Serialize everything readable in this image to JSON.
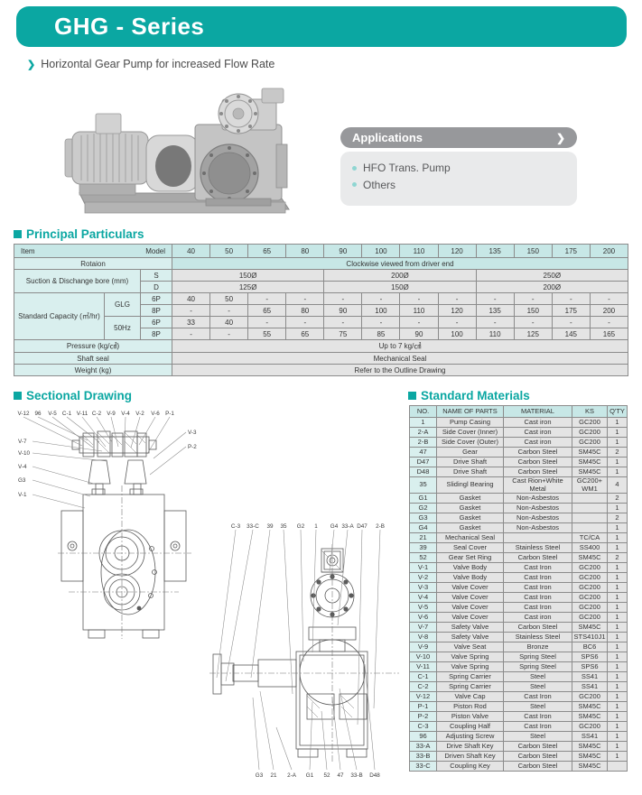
{
  "colors": {
    "accent": "#0ba7a2",
    "table_header": "#c7e7e6",
    "label_cell": "#d9efee",
    "value_cell": "#e4e4e4",
    "pill_gray": "#97989b"
  },
  "icons": {
    "chevron": "❯",
    "bullet_square": "■"
  },
  "page": {
    "title": "GHG - Series",
    "subtitle": "Horizontal Gear Pump for increased Flow Rate"
  },
  "applications": {
    "title": "Applications",
    "items": [
      "HFO Trans. Pump",
      "Others"
    ]
  },
  "principal": {
    "title": "Principal Particulars",
    "item_label": "Item",
    "model_label": "Model",
    "models": [
      "40",
      "50",
      "65",
      "80",
      "90",
      "100",
      "110",
      "120",
      "135",
      "150",
      "175",
      "200"
    ],
    "rotation_label": "Rotaion",
    "rotation_value": "Clockwise viewed from driver end",
    "bore_label": "Suction & Dischange bore (mm)",
    "bore_rows": [
      {
        "key": "S",
        "values": [
          "150Ø",
          "200Ø",
          "250Ø"
        ]
      },
      {
        "key": "D",
        "values": [
          "125Ø",
          "150Ø",
          "200Ø"
        ]
      }
    ],
    "capacity_label": "Standard Capacity (㎥/hr)",
    "capacity_groups": [
      {
        "name": "GLG",
        "rows": [
          {
            "pole": "6P",
            "values": [
              "40",
              "50",
              "-",
              "-",
              "-",
              "-",
              "-",
              "-",
              "-",
              "-",
              "-",
              "-"
            ]
          },
          {
            "pole": "8P",
            "values": [
              "-",
              "-",
              "65",
              "80",
              "90",
              "100",
              "110",
              "120",
              "135",
              "150",
              "175",
              "200"
            ]
          }
        ]
      },
      {
        "name": "50Hz",
        "rows": [
          {
            "pole": "6P",
            "values": [
              "33",
              "40",
              "-",
              "-",
              "-",
              "-",
              "-",
              "-",
              "-",
              "-",
              "-",
              "-"
            ]
          },
          {
            "pole": "8P",
            "values": [
              "-",
              "-",
              "55",
              "65",
              "75",
              "85",
              "90",
              "100",
              "110",
              "125",
              "145",
              "165"
            ]
          }
        ]
      }
    ],
    "footer_rows": [
      {
        "label": "Pressure (kg/㎠)",
        "value": "Up to 7 kg/㎠"
      },
      {
        "label": "Shaft seal",
        "value": "Mechanical Seal"
      },
      {
        "label": "Weight (kg)",
        "value": "Refer to the Outline Drawing"
      }
    ]
  },
  "sectional": {
    "title": "Sectional Drawing",
    "front": {
      "top_labels": [
        "V-12",
        "96",
        "V-5",
        "C-1",
        "V-11",
        "C-2",
        "V-9",
        "V-4",
        "V-2",
        "V-6",
        "P-1"
      ],
      "right_labels": [
        "V-3",
        "P-2"
      ],
      "left_labels": [
        "V-7",
        "V-10",
        "V-4",
        "G3",
        "V-1"
      ]
    },
    "side": {
      "top_labels": [
        "C-3",
        "33-C",
        "39",
        "35",
        "G2",
        "1",
        "G4",
        "33-A",
        "D47",
        "2-B"
      ],
      "bottom_labels": [
        "G3",
        "21",
        "2-A",
        "G1",
        "52",
        "47",
        "33-B",
        "D48"
      ]
    }
  },
  "materials": {
    "title": "Standard Materials",
    "headers": [
      "NO.",
      "NAME OF PARTS",
      "MATERIAL",
      "KS",
      "Q'TY"
    ],
    "rows": [
      [
        "1",
        "Pump Casing",
        "Cast iron",
        "GC200",
        "1"
      ],
      [
        "2-A",
        "Side Cover (Inner)",
        "Cast iron",
        "GC200",
        "1"
      ],
      [
        "2-B",
        "Side Cover (Outer)",
        "Cast iron",
        "GC200",
        "1"
      ],
      [
        "47",
        "Gear",
        "Carbon Steel",
        "SM45C",
        "2"
      ],
      [
        "D47",
        "Drive Shaft",
        "Carbon Steel",
        "SM45C",
        "1"
      ],
      [
        "D48",
        "Drive Shaft",
        "Carbon Steel",
        "SM45C",
        "1"
      ],
      [
        "35",
        "Slidingl Bearing",
        "Cast Rion+White Metal",
        "GC200+ WM1",
        "4"
      ],
      [
        "G1",
        "Gasket",
        "Non-Asbestos",
        "",
        "2"
      ],
      [
        "G2",
        "Gasket",
        "Non-Asbestos",
        "",
        "1"
      ],
      [
        "G3",
        "Gasket",
        "Non-Asbestos",
        "",
        "2"
      ],
      [
        "G4",
        "Gasket",
        "Non-Asbestos",
        "",
        "1"
      ],
      [
        "21",
        "Mechanical Seal",
        "",
        "TC/CA",
        "1"
      ],
      [
        "39",
        "Seal Cover",
        "Stainless Steel",
        "SS400",
        "1"
      ],
      [
        "52",
        "Gear Set Ring",
        "Carbon Steel",
        "SM45C",
        "2"
      ],
      [
        "V-1",
        "Valve Body",
        "Cast Iron",
        "GC200",
        "1"
      ],
      [
        "V-2",
        "Valve Body",
        "Cast Iron",
        "GC200",
        "1"
      ],
      [
        "V-3",
        "Valve Cover",
        "Cast Iron",
        "GC200",
        "1"
      ],
      [
        "V-4",
        "Valve Cover",
        "Cast Iron",
        "GC200",
        "1"
      ],
      [
        "V-5",
        "Valve Cover",
        "Cast Iron",
        "GC200",
        "1"
      ],
      [
        "V-6",
        "Valve Cover",
        "Cast iron",
        "GC200",
        "1"
      ],
      [
        "V-7",
        "Safety Valve",
        "Carbon Steel",
        "SM45C",
        "1"
      ],
      [
        "V-8",
        "Safety Valve",
        "Stainless Steel",
        "STS410J1",
        "1"
      ],
      [
        "V-9",
        "Valve Seat",
        "Bronze",
        "BC6",
        "1"
      ],
      [
        "V-10",
        "Valve Spring",
        "Spring Steel",
        "SPS6",
        "1"
      ],
      [
        "V-11",
        "Valve Spring",
        "Spring Steel",
        "SPS6",
        "1"
      ],
      [
        "C-1",
        "Spring Carrier",
        "Steel",
        "SS41",
        "1"
      ],
      [
        "C-2",
        "Spring Carrier",
        "Steel",
        "SS41",
        "1"
      ],
      [
        "V-12",
        "Valve Cap",
        "Cast Iron",
        "GC200",
        "1"
      ],
      [
        "P-1",
        "Piston Rod",
        "Steel",
        "SM45C",
        "1"
      ],
      [
        "P-2",
        "Piston Valve",
        "Cast Iron",
        "SM45C",
        "1"
      ],
      [
        "C-3",
        "Coupling Half",
        "Cast Iron",
        "GC200",
        "1"
      ],
      [
        "96",
        "Adjusting Screw",
        "Steel",
        "SS41",
        "1"
      ],
      [
        "33-A",
        "Drive Shaft Key",
        "Carbon Steel",
        "SM45C",
        "1"
      ],
      [
        "33-B",
        "Driven Shaft Key",
        "Carbon Steel",
        "SM45C",
        "1"
      ],
      [
        "33-C",
        "Coupling Key",
        "Carbon Steel",
        "SM45C",
        ""
      ]
    ]
  }
}
